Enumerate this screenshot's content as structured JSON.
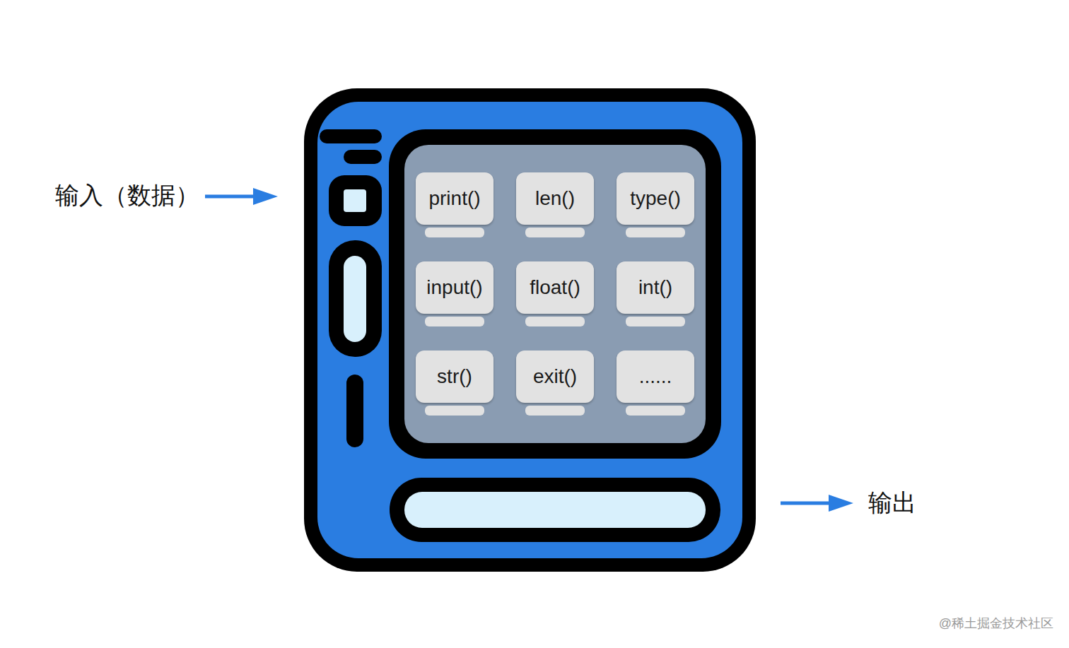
{
  "diagram": {
    "nodes": [
      {
        "text": [
          "print()"
        ]
      },
      {
        "text": [
          "len()"
        ]
      },
      {
        "text": [
          "type()"
        ]
      },
      {
        "text": [
          "input()"
        ]
      },
      {
        "text": [
          "float()"
        ]
      },
      {
        "text": [
          "int()"
        ]
      },
      {
        "text": [
          "str()"
        ]
      },
      {
        "text": [
          "exit()"
        ]
      },
      {
        "text": [
          "......"
        ]
      }
    ],
    "labels": [
      "输入（数据）",
      "输出",
      "@稀土掘金技术社区"
    ]
  }
}
